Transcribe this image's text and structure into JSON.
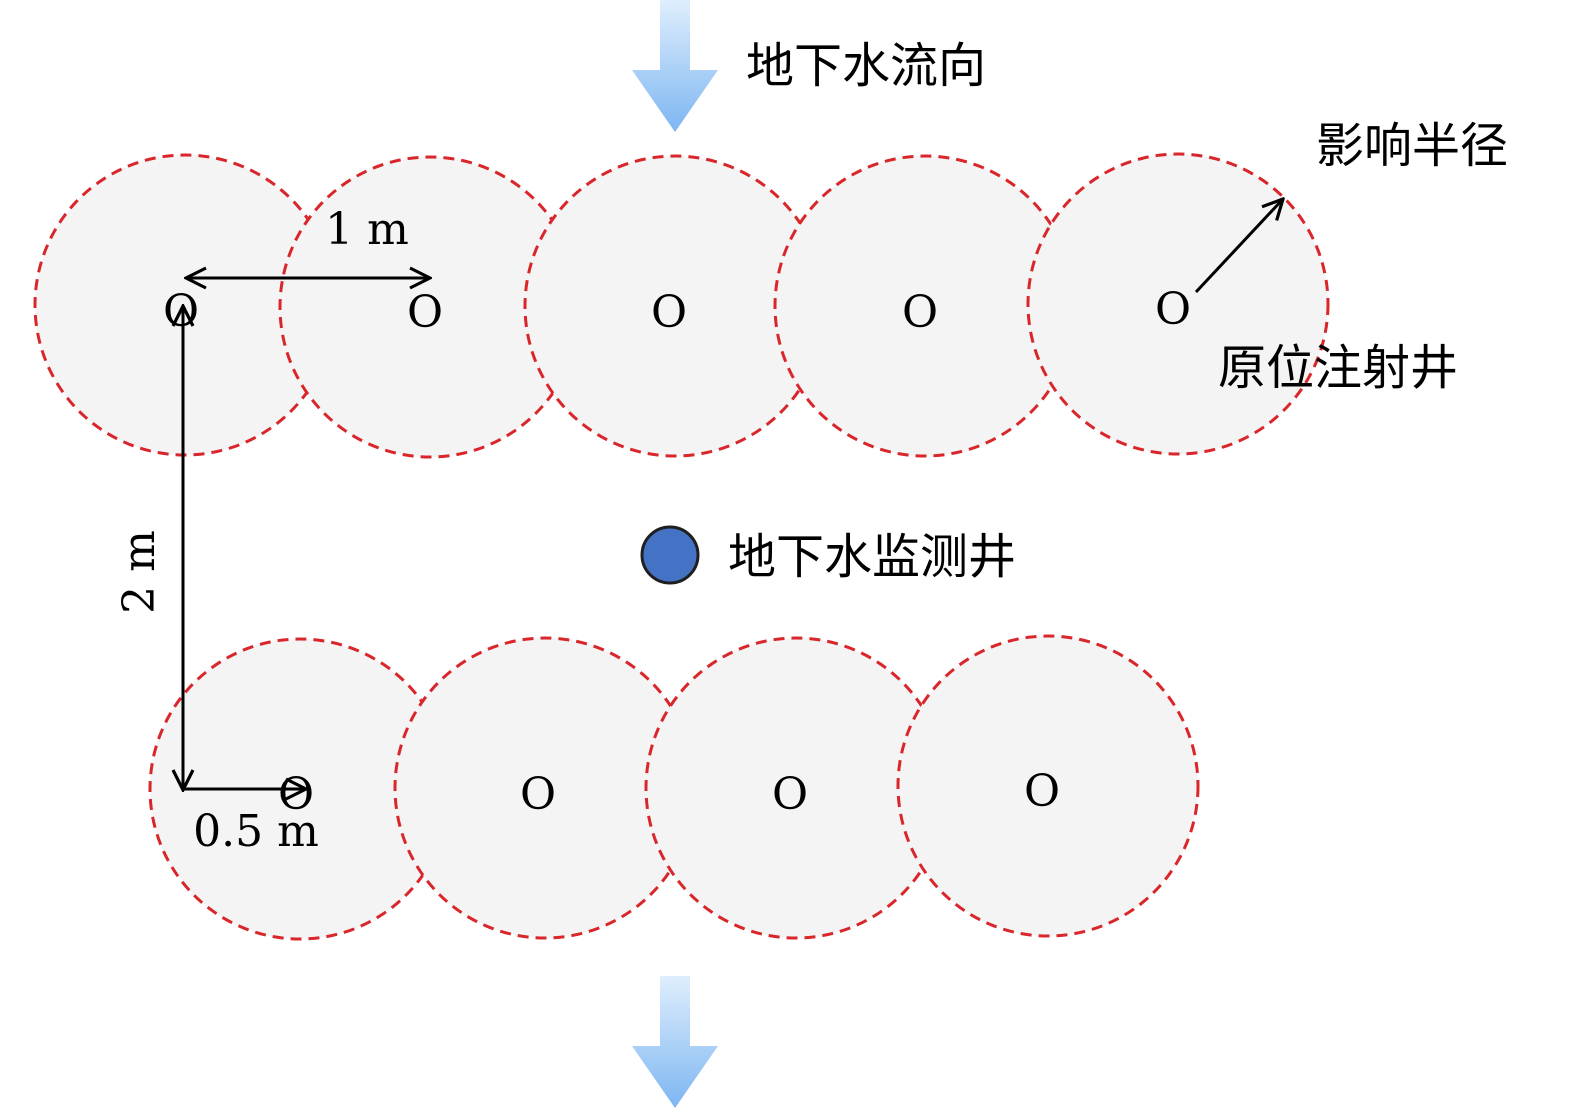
{
  "colors": {
    "zone_stroke": "#d9262a",
    "zone_fill": "#f4f4f4",
    "arrow_top": "#dfeefc",
    "arrow_bottom": "#7db6f2",
    "monitoring_well": "#4472c4",
    "monitoring_well_stroke": "#1f1f1f",
    "dimension_line": "#000000"
  },
  "labels": {
    "flow_direction": "地下水流向",
    "influence_radius": "影响半径",
    "injection_well": "原位注射井",
    "monitoring_well": "地下水监测井",
    "spacing_1m": "1 m",
    "row_gap_2m": "2 m",
    "offset_0_5m": "0.5 m"
  },
  "well_symbol": "O",
  "well_rows": [
    {
      "name": "upper-row",
      "count": 5
    },
    {
      "name": "lower-row",
      "count": 4
    }
  ]
}
